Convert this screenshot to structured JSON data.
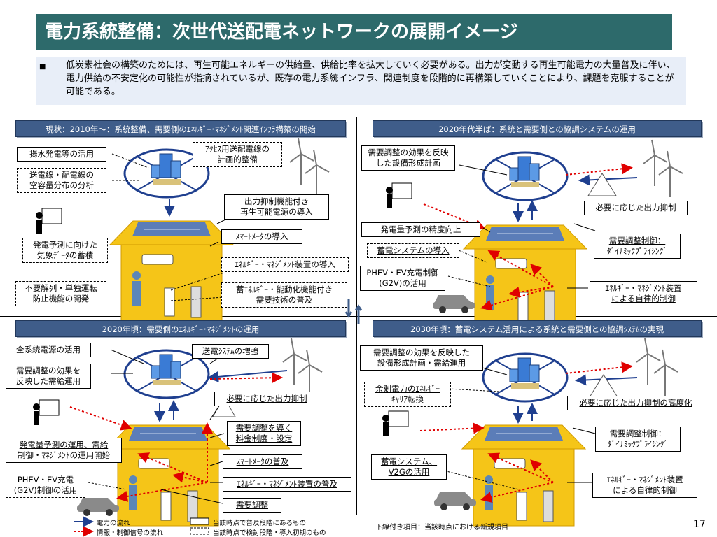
{
  "slide": {
    "title": "電力系統整備：次世代送配電ネットワークの展開イメージ",
    "bullet": "■",
    "intro": "低炭素社会の構築のためには、再生可能エネルギーの供給量、供給比率を拡大していく必要がある。出力が変動する再生可能電力の大量普及に伴い、電力供給の不安定化の可能性が指摘されているが、既存の電力系統インフラ、関連制度を段階的に再構築していくことにより、課題を克服することが可能である。",
    "page_number": "17"
  },
  "q1": {
    "header": "現状：2010年～：系統整備、需要側のｴﾈﾙｷﾞｰ･ﾏﾈｼﾞﾒﾝﾄ関連ｲﾝﾌﾗ構築の開始",
    "labels": {
      "pumped": "揚水発電等の活用",
      "capacity": "送電線・配電線の\n空容量分布の分析",
      "access": "ｱｸｾｽ用送配電線の\n計画的整備",
      "curtail": "出力抑制機能付き\n再生可能電源の導入",
      "smartmeter": "ｽﾏｰﾄﾒｰﾀの導入",
      "weather": "発電予測に向けた\n気象ﾃﾞｰﾀの蓄積",
      "ems": "ｴﾈﾙｷﾞｰ・ﾏﾈｼﾞﾒﾝﾄ装置の導入",
      "antiislanding": "不要解列・単独運転\n防止機能の開発",
      "storage": "蓄ｴﾈﾙｷﾞｰ・能動化機能付き\n需要技術の普及"
    }
  },
  "q2": {
    "header": "2020年代半ば：系統と需要側との協調システムの運用",
    "labels": {
      "planning": "需要調整の効果を反映\nした設備形成計画",
      "curtail": "必要に応じた出力抑制",
      "forecast": "発電量予測の精度向上",
      "pricing": "需要調整制御：\nﾀﾞｲﾅﾐｯｸﾌﾟﾗｲｼﾝｸﾞ",
      "storage": "蓄電システムの導入",
      "g2v": "PHEV・EV充電制御\n(G2V)の活用",
      "ems": "ｴﾈﾙｷﾞｰ・ﾏﾈｼﾞﾒﾝﾄ装置\nによる自律的制御"
    }
  },
  "q3": {
    "header": "2020年頃：需要側のｴﾈﾙｷﾞｰ･ﾏﾈｼﾞﾒﾝﾄの運用",
    "labels": {
      "allsources": "全系統電源の活用",
      "balancing": "需要調整の効果を\n反映した需給運用",
      "transmission": "送電ｼｽﾃﾑの増強",
      "curtail": "必要に応じた出力抑制",
      "tariff": "需要調整を導く\n料金制度・設定",
      "forecast": "発電量予測の運用、需給\n制御・ﾏﾈｼﾞﾒﾝﾄの運用開始",
      "smartmeter": "ｽﾏｰﾄﾒｰﾀの普及",
      "g2v": "PHEV・EV充電\n(G2V)制御の活用",
      "ems": "ｴﾈﾙｷﾞｰ・ﾏﾈｼﾞﾒﾝﾄ装置の普及",
      "dr": "需要調整"
    }
  },
  "q4": {
    "header": "2030年頃：蓄電システム活用による系統と需要側との協調ｼｽﾃﾑの実現",
    "labels": {
      "planning": "需要調整の効果を反映した\n設備形成計画・需給運用",
      "carrier": "余剰電力のｴﾈﾙｷﾞｰ\nｷｬﾘｱ転換",
      "curtail": "必要に応じた出力抑制の高度化",
      "pricing": "需要調整制御：\nﾀﾞｲﾅﾐｯｸﾌﾟﾗｲｼﾝｸﾞ",
      "v2g": "蓄電システム、\nV2Gの活用",
      "ems": "ｴﾈﾙｷﾞｰ・ﾏﾈｼﾞﾒﾝﾄ装置\nによる自律的制御"
    }
  },
  "legend": {
    "power": "電力の流れ",
    "info": "情報・制御信号の流れ",
    "solid_box": "当該時点で普及段階にあるもの",
    "dash_box": "当該時点で検討段階・導入初期のもの",
    "underline_note": "下線付き項目：当該時点における新規項目"
  },
  "colors": {
    "title_bg": "#2d6a6b",
    "header_bg": "#3f5d8a",
    "house": "#f5c518",
    "info_flow": "#e00000",
    "power_flow": "#1f3f8f"
  }
}
